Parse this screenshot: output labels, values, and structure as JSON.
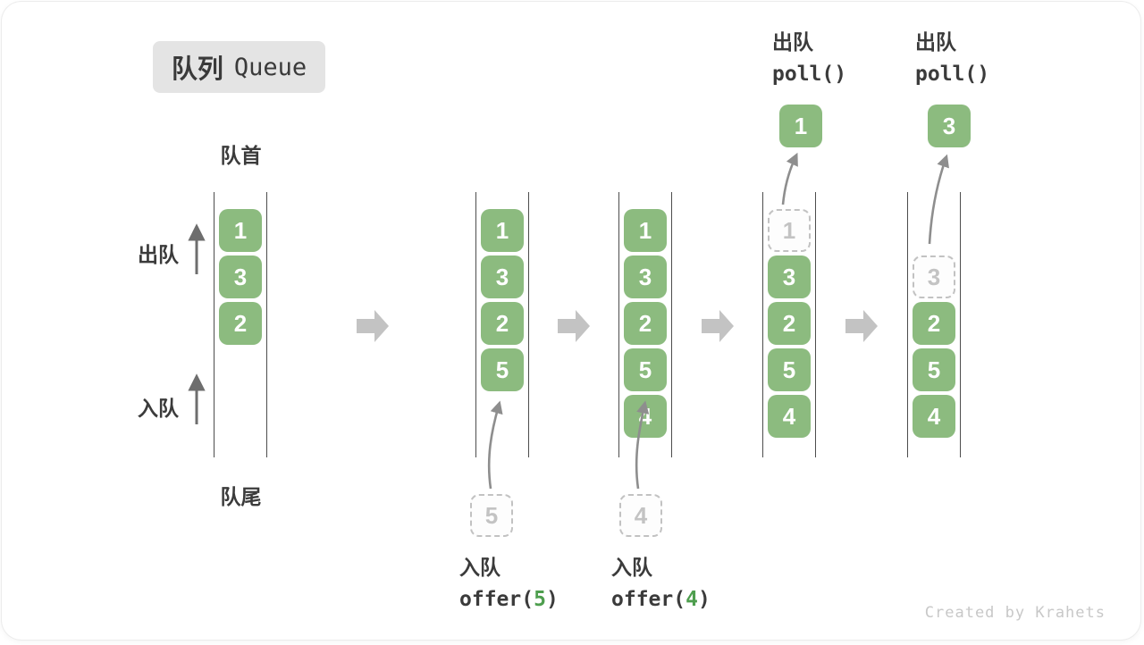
{
  "title": {
    "zh": "队列",
    "en": "Queue"
  },
  "labels": {
    "front": "队首",
    "rear": "队尾",
    "dequeue": "出队",
    "enqueue": "入队"
  },
  "queues": [
    {
      "name": "state-initial",
      "cells": [
        "1",
        "3",
        "2"
      ]
    },
    {
      "name": "state-after-offer-5",
      "cells": [
        "1",
        "3",
        "2",
        "5"
      ],
      "pending": "5"
    },
    {
      "name": "state-after-offer-4",
      "cells": [
        "1",
        "3",
        "2",
        "5",
        "4"
      ],
      "pending": "4"
    },
    {
      "name": "state-after-poll-1",
      "removed": "1",
      "cells": [
        "3",
        "2",
        "5",
        "4"
      ],
      "polled": "1"
    },
    {
      "name": "state-after-poll-3",
      "removed": "3",
      "cells": [
        "2",
        "5",
        "4"
      ],
      "polled": "3"
    }
  ],
  "ops": {
    "offer5": {
      "zh": "入队",
      "code_pre": "offer(",
      "arg": "5",
      "code_post": ")"
    },
    "offer4": {
      "zh": "入队",
      "code_pre": "offer(",
      "arg": "4",
      "code_post": ")"
    },
    "poll1": {
      "zh": "出队",
      "code": "poll()"
    },
    "poll2": {
      "zh": "出队",
      "code": "poll()"
    }
  },
  "icons": {
    "flow_arrow": "right-block-arrow",
    "op_arrow": "up-arrow"
  },
  "colors": {
    "cell_green": "#8cbb7f",
    "code_arg_green": "#4e9e4e",
    "block_arrow_gray": "#c3c3c3",
    "thin_arrow_gray": "#8e8e8e",
    "label_arrow_gray": "#6e6e6e",
    "dashed_border": "#c2c2c2",
    "title_bg": "#e4e4e4",
    "text_dark": "#3b3b3b",
    "watermark_gray": "#c8c8c8"
  },
  "watermark": "Created by Krahets"
}
